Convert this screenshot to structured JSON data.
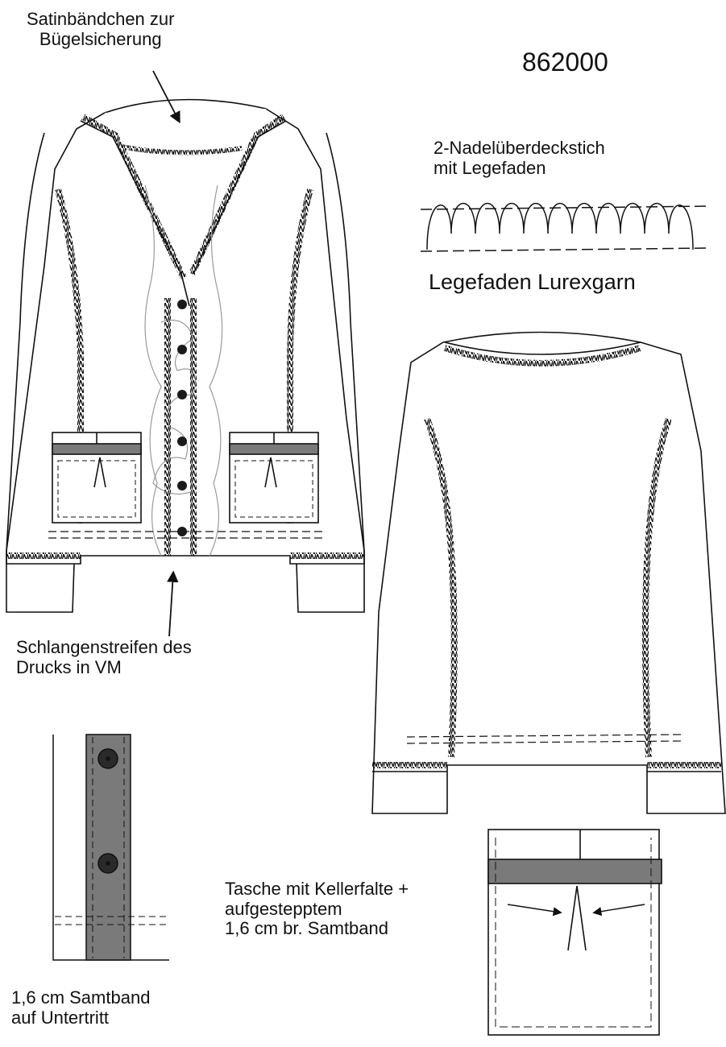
{
  "style_number": "862000",
  "annotations": {
    "satin_tape": "Satinbändchen zur\nBügelsicherung",
    "coverstitch_title": "2-Nadelüberdeckstich\nmit Legefaden",
    "lurex_thread": "Legefaden Lurexgarn",
    "snake_stripe": "Schlangenstreifen des\nDrucks in VM",
    "pocket_detail": "Tasche mit Kellerfalte +\naufgestepptem\n1,6 cm br. Samtband",
    "velvet_underlap": "1,6 cm Samtband\nauf Untertritt"
  },
  "colors": {
    "line": "#111111",
    "velvet_band": "#7a7a7a",
    "print_stripe": "#9a9a9a",
    "button": "#1a1a1a"
  }
}
